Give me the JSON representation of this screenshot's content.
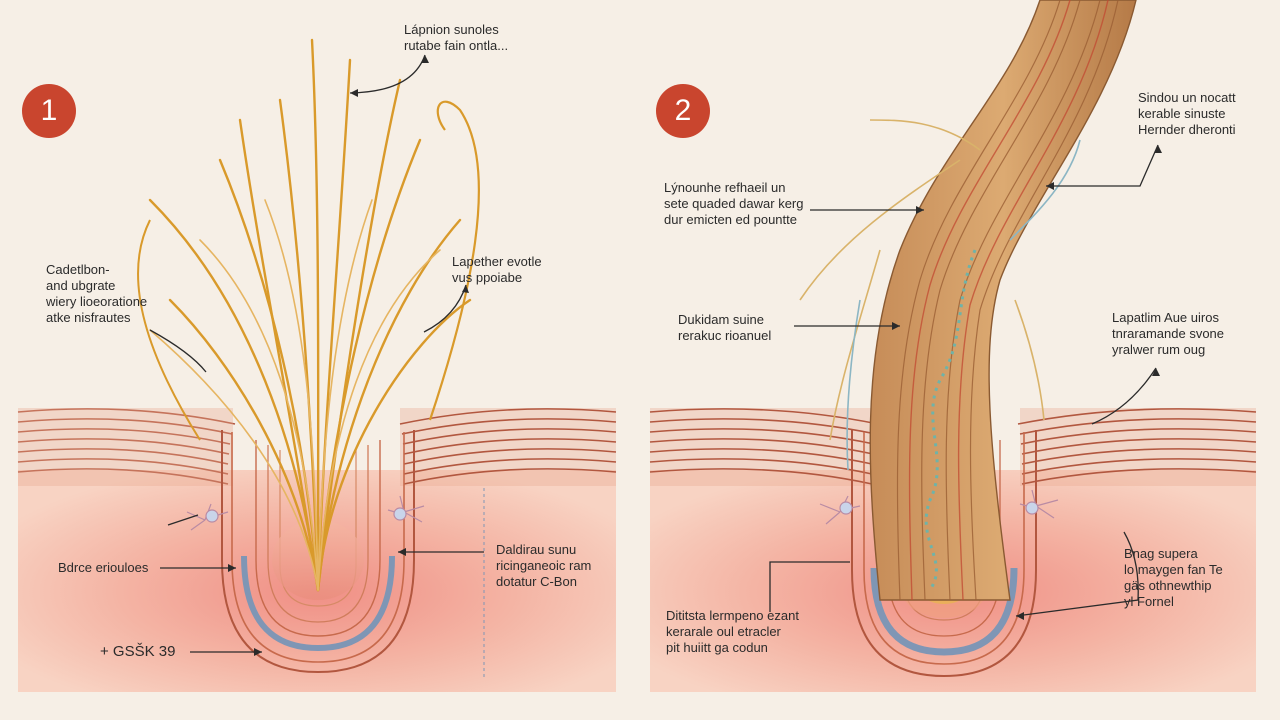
{
  "panels": [
    {
      "number": "1"
    },
    {
      "number": "2"
    }
  ],
  "labels": {
    "p1_top": [
      "Lápnion sunoles",
      "rutabe fain ontla..."
    ],
    "p1_left": [
      "Cadetlbon-",
      "and ubgrate",
      "wiery lioeoratione",
      "atke nisfrautes"
    ],
    "p1_right": [
      "Lapether evotle",
      "vus ppoiabe"
    ],
    "p1_left_low": [
      "Bdrce eriouloes"
    ],
    "p1_bottom": [
      "+ GSŠK 39"
    ],
    "p1_right_low": [
      "Daldirau sunu",
      "ricinganeoic ram",
      "dotatur C-Bon"
    ],
    "p2_top_right": [
      "Sindou un nocatt",
      "kerable sinuste",
      "Hernder dheronti"
    ],
    "p2_left_top": [
      "Lýnounhe refhaeil un",
      "sete quaded dawar kerg",
      "dur emicten ed pountte"
    ],
    "p2_left_mid": [
      "Dukidam suine",
      "rerakuc rioanuel"
    ],
    "p2_right_mid": [
      "Lapatlim Aue uiros",
      "tnraramande svone",
      "yralwer rum oug"
    ],
    "p2_right_low": [
      "Bnag supera",
      "lo maygen fan Te",
      "gäs othnewthip",
      "yl Fornel"
    ],
    "p2_bottom": [
      "Dititsta lermpeno ezant",
      "kerarale oul etracler",
      "pit huiitt ga codun"
    ]
  },
  "colors": {
    "background": "#f6efe6",
    "badge": "#c9452e",
    "skin_band": "#d98a72",
    "dermis": "#f4b6a6",
    "hair_panel1": "#d99a2b",
    "hair_panel2": "#b9854f",
    "sheath": "#7f96b5"
  }
}
